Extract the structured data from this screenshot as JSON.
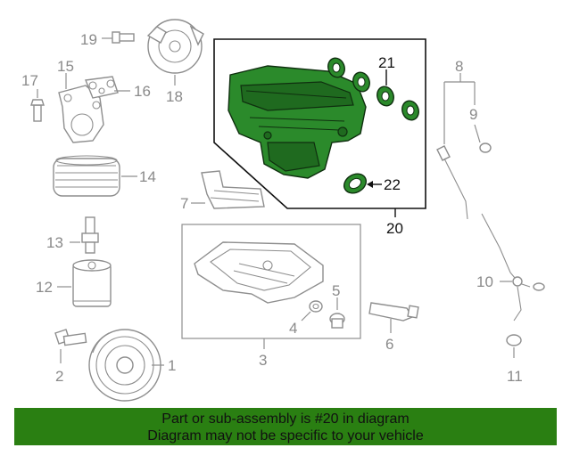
{
  "callouts": {
    "c1": "1",
    "c2": "2",
    "c3": "3",
    "c4": "4",
    "c5": "5",
    "c6": "6",
    "c7": "7",
    "c8": "8",
    "c9": "9",
    "c10": "10",
    "c11": "11",
    "c12": "12",
    "c13": "13",
    "c14": "14",
    "c15": "15",
    "c16": "16",
    "c17": "17",
    "c18": "18",
    "c19": "19",
    "c20": "20",
    "c21": "21",
    "c22": "22"
  },
  "colors": {
    "highlight": "#2b8a2b",
    "footer_bg": "#2a7f12"
  },
  "footer": {
    "line1": "Part or sub-assembly is #20 in diagram",
    "line2": "Diagram may not be specific to your vehicle"
  }
}
